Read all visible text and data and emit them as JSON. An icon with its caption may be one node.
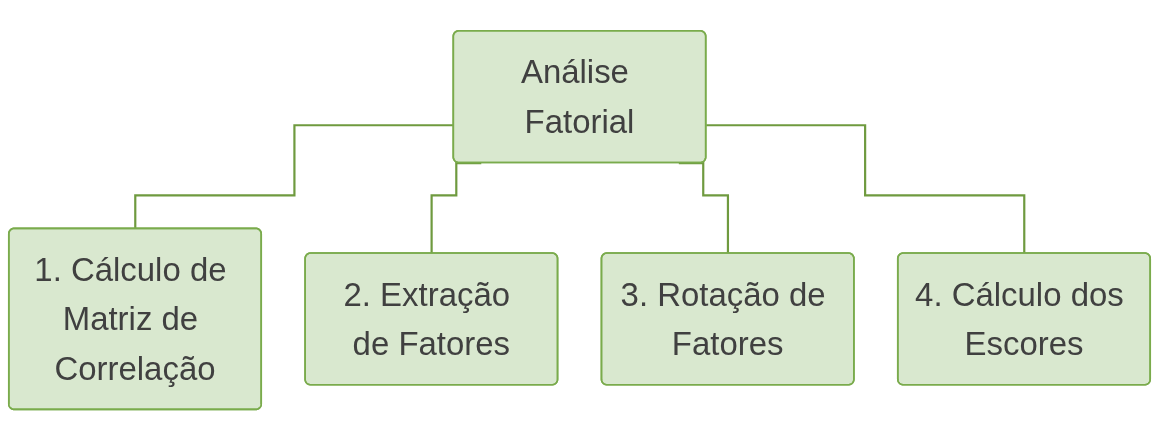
{
  "diagram": {
    "nodes": [
      {
        "text": [
          "Análise Fatorial"
        ]
      },
      {
        "text": [
          "1. Cálculo de Matriz de Correlação"
        ]
      },
      {
        "text": [
          "2. Extração de Fatores"
        ]
      },
      {
        "text": [
          "3. Rotação de Fatores"
        ]
      },
      {
        "text": [
          "4. Cálculo dos Escores"
        ]
      }
    ],
    "edges": [
      {
        "from": 0,
        "to": 1,
        "arrow": "none"
      },
      {
        "from": 0,
        "to": 2,
        "arrow": "none"
      },
      {
        "from": 0,
        "to": 3,
        "arrow": "none"
      },
      {
        "from": 0,
        "to": 4,
        "arrow": "none"
      }
    ]
  }
}
